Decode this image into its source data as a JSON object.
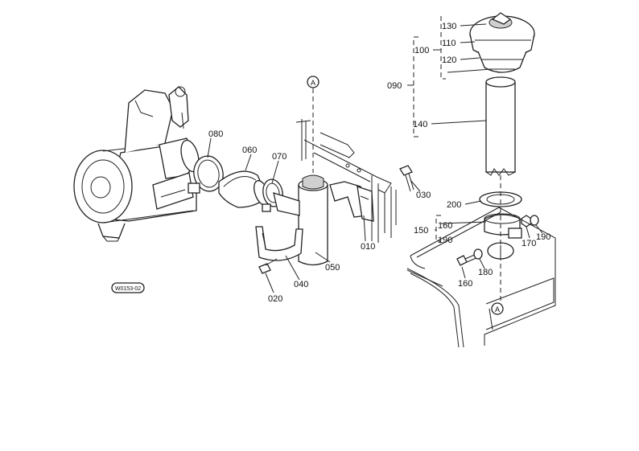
{
  "diagram": {
    "callouts": {
      "c010": "010",
      "c020": "020",
      "c030": "030",
      "c040": "040",
      "c050": "050",
      "c060": "060",
      "c070": "070",
      "c080": "080",
      "c090": "090",
      "c100": "100",
      "c110": "110",
      "c120": "120",
      "c130": "130",
      "c140": "140",
      "c150": "150",
      "c160a": "160",
      "c160b": "160",
      "c170": "170",
      "c180": "180",
      "c190a": "190",
      "c190b": "190",
      "c200": "200"
    },
    "ref_marker": "A",
    "drawing_code": "W0153-02"
  }
}
